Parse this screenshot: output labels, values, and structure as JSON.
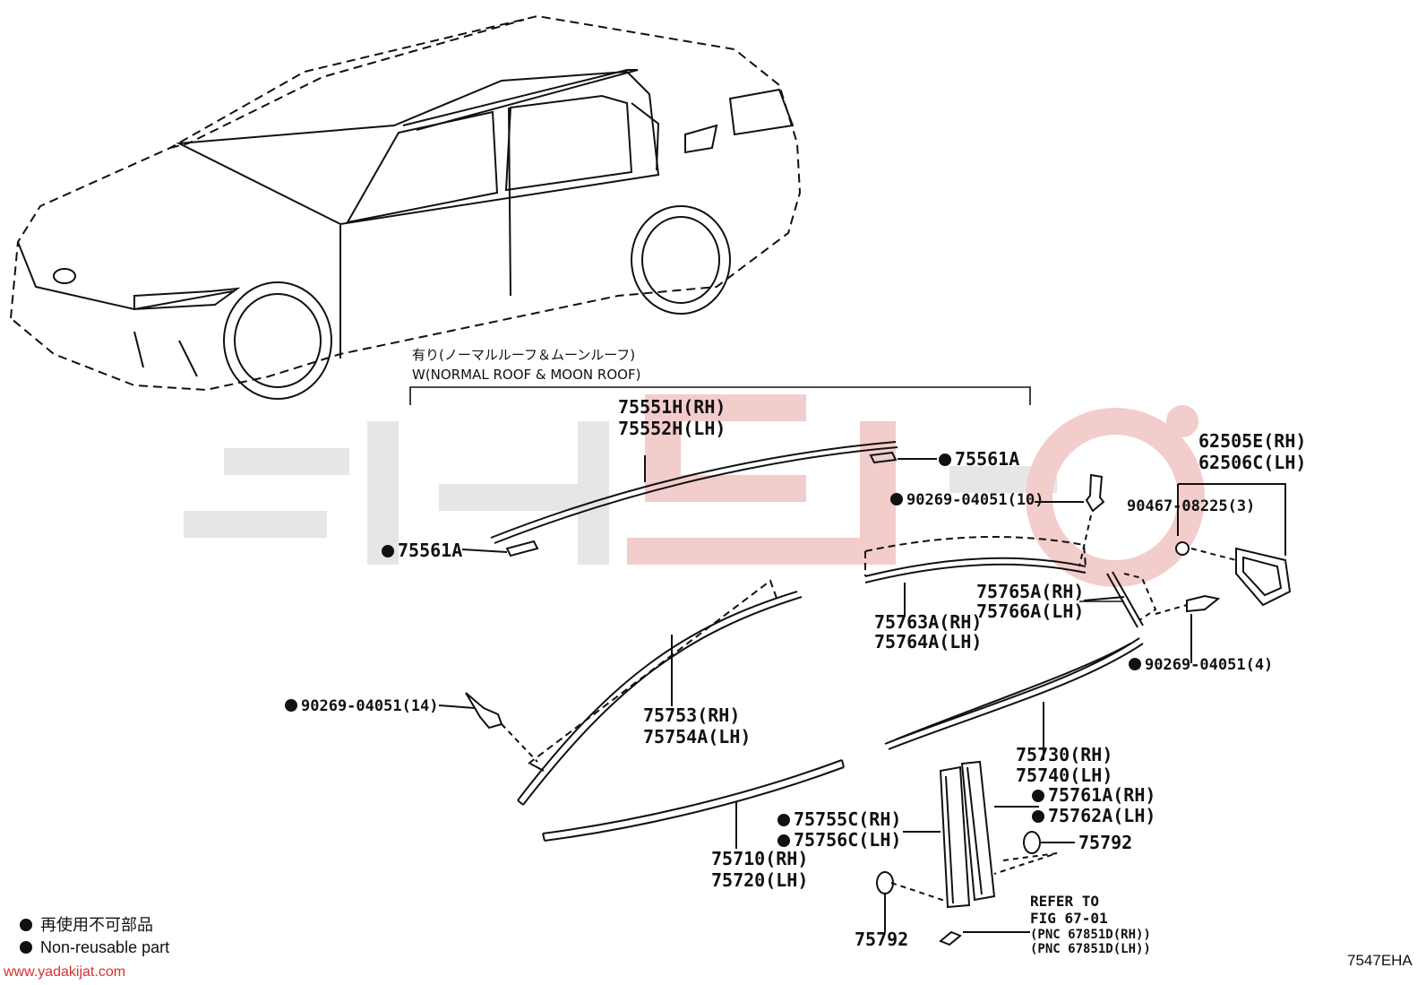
{
  "diagram": {
    "annotation_jp": "有り(ノーマルルーフ＆ムーンルーフ)",
    "annotation_en": "W(NORMAL ROOF & MOON ROOF)",
    "part_labels": {
      "roof_molding_rh": "75551H(RH)",
      "roof_molding_lh": "75552H(LH)",
      "clip_75561a_right": "75561A",
      "clip_75561a_left": "75561A",
      "rivet_10": "90269-04051(10)",
      "quarter_window_rh": "62505E(RH)",
      "quarter_window_lh": "62506C(LH)",
      "nut_90467": "90467-08225(3)",
      "rear_upper_rh": "75765A(RH)",
      "rear_upper_lh": "75766A(LH)",
      "upper_rear_rh": "75763A(RH)",
      "upper_rear_lh": "75764A(LH)",
      "rivet_4": "90269-04051(4)",
      "rivet_14": "90269-04051(14)",
      "front_pillar_rh": "75753(RH)",
      "front_pillar_lh": "75754A(LH)",
      "rear_belt_rh": "75730(RH)",
      "rear_belt_lh": "75740(LH)",
      "pillar_rear_rh": "75761A(RH)",
      "pillar_rear_lh": "75762A(LH)",
      "pillar_front_rh": "75755C(RH)",
      "pillar_front_lh": "75756C(LH)",
      "clip_75792_right": "75792",
      "front_belt_rh": "75710(RH)",
      "front_belt_lh": "75720(LH)",
      "clip_75792_bottom": "75792",
      "refer_line1": "REFER TO",
      "refer_line2": "FIG 67-01",
      "refer_line3": "(PNC 67851D(RH))",
      "refer_line4": "(PNC 67851D(LH))"
    },
    "legend": {
      "jp": "再使用不可部品",
      "en": "Non-reusable part"
    },
    "watermark_url": "www.yadakijat.com",
    "figure_code": "7547EHA"
  },
  "colors": {
    "ink": "#111111",
    "watermark_gray": "#e4e4e4",
    "watermark_red": "#f2c9c9",
    "url_red": "#d9302f"
  }
}
